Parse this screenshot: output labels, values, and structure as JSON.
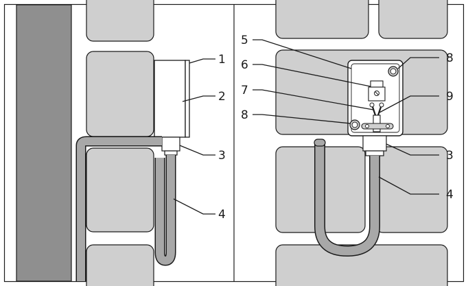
{
  "labels": {
    "l1": "1",
    "l2": "2",
    "l3_left": "3",
    "l4_left": "4",
    "l5": "5",
    "l6": "6",
    "l7": "7",
    "l8_left": "8",
    "l8_right": "8",
    "l9": "9",
    "l3_right": "3",
    "l4_right": "4"
  },
  "colors": {
    "brick": "#cfcfcf",
    "wall": "#8f8f8f",
    "cable": "#a8a8a8",
    "outline": "#1a1a1a",
    "background": "#ffffff"
  }
}
